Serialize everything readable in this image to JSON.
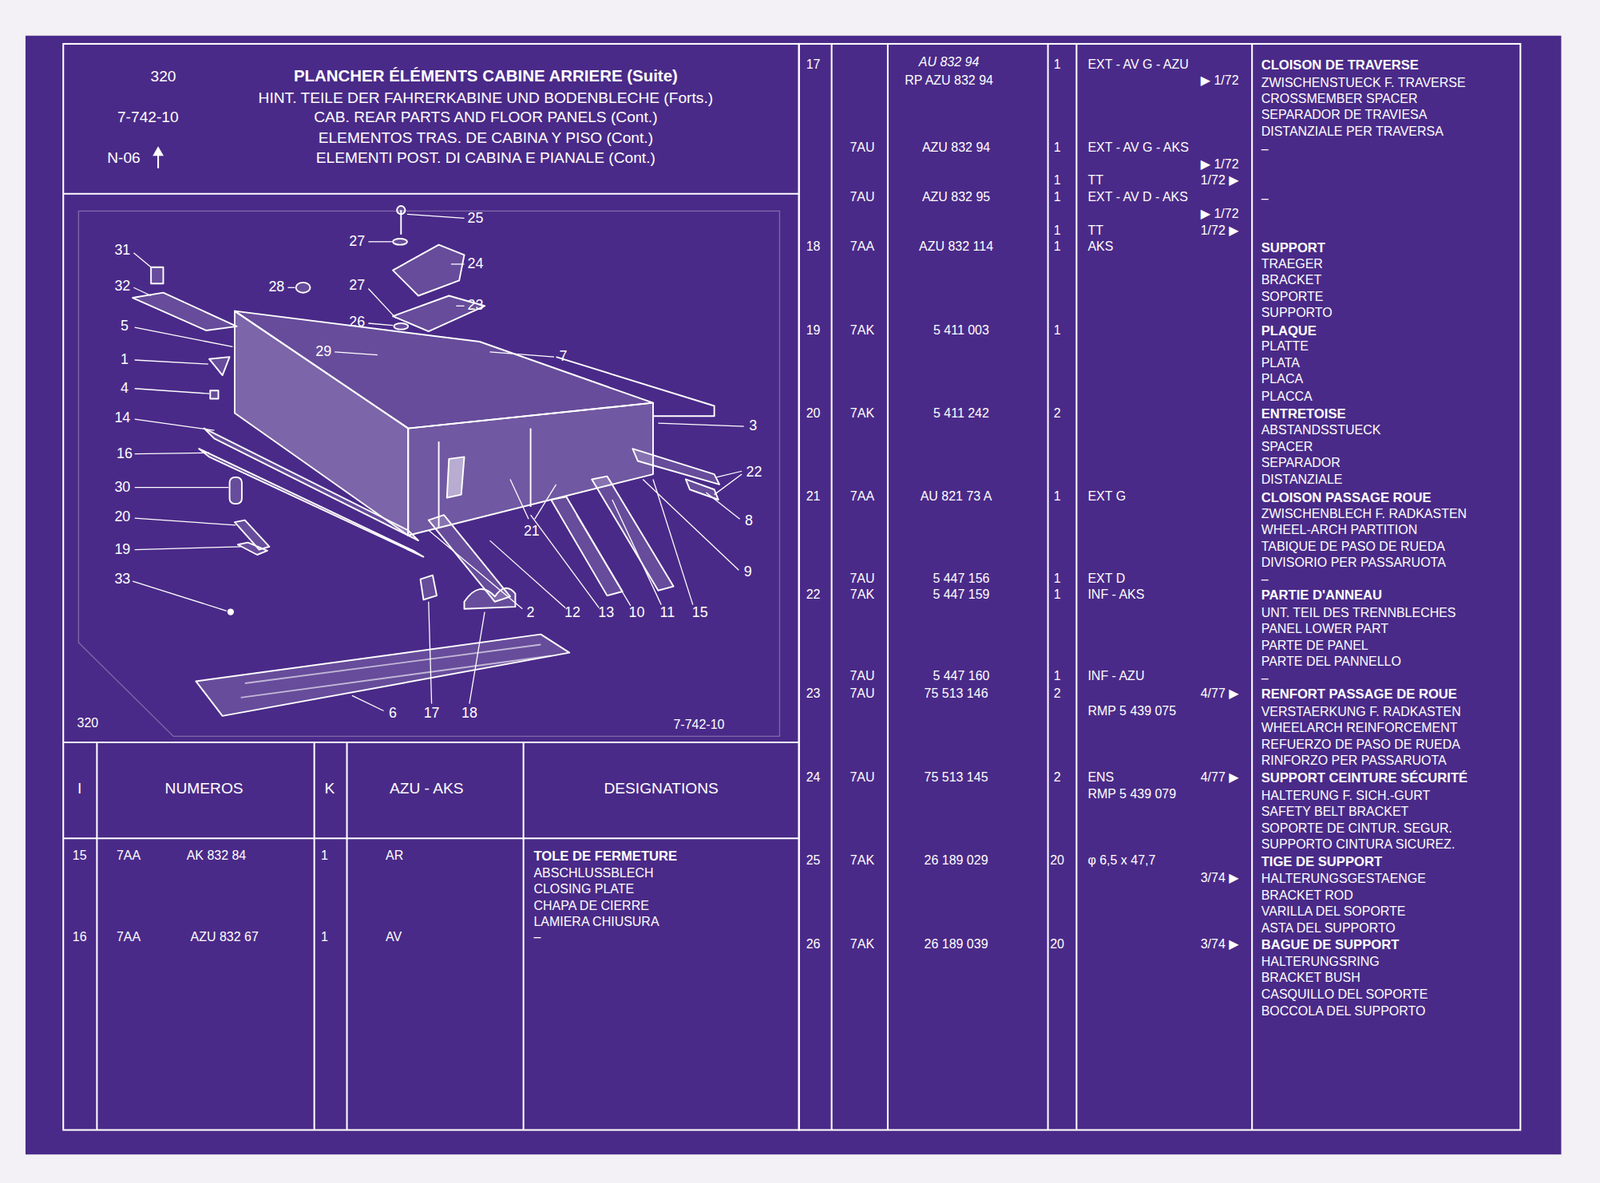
{
  "diagram": {
    "title": "PLANCHER ÉLÉMENTS CABINE ARRIERE (Suite)",
    "labels": [
      "HINT. TEILE DER FAHRERKABINE UND BODENBLECHE (Forts.)",
      "CAB. REAR PARTS AND FLOOR PANELS (Cont.)",
      "ELEMENTOS TRAS. DE CABINA Y PISO (Cont.)",
      "ELEMENTI POST. DI CABINA E PIANALE (Cont.)",
      "320",
      "7-742-10",
      "N-06",
      "31",
      "32",
      "5",
      "1",
      "4",
      "14",
      "16",
      "30",
      "20",
      "19",
      "33",
      "27",
      "25",
      "24",
      "28",
      "27",
      "23",
      "26",
      "29",
      "7",
      "3",
      "22",
      "8",
      "9",
      "21",
      "2",
      "12",
      "13",
      "10",
      "11",
      "15",
      "6",
      "17",
      "18",
      "320",
      "7-742-10",
      "I",
      "NUMEROS",
      "K",
      "AZU - AKS",
      "DESIGNATIONS",
      "15",
      "7AA",
      "AK 832 84",
      "1",
      "AR",
      "TOLE DE FERMETURE",
      "ABSCHLUSSBLECH",
      "CLOSING PLATE",
      "CHAPA DE CIERRE",
      "LAMIERA CHIUSURA",
      "16",
      "7AA",
      "AZU 832 67",
      "1",
      "AV",
      "–",
      "17",
      "AU 832 94",
      "RP AZU 832 94",
      "1",
      "EXT - AV G - AZU",
      "▶ 1/72",
      "CLOISON DE TRAVERSE",
      "ZWISCHENSTUECK F. TRAVERSE",
      "CROSSMEMBER SPACER",
      "SEPARADOR DE TRAVIESA",
      "DISTANZIALE PER TRAVERSA",
      "–",
      "7AU",
      "AZU 832 94",
      "1",
      "EXT - AV G - AKS",
      "▶ 1/72",
      "1",
      "TT",
      "1/72 ▶",
      "7AU",
      "AZU 832 95",
      "1",
      "EXT - AV D - AKS",
      "–",
      "▶ 1/72",
      "1",
      "TT",
      "1/72 ▶",
      "18",
      "7AA",
      "AZU 832 114",
      "1",
      "AKS",
      "SUPPORT",
      "TRAEGER",
      "BRACKET",
      "SOPORTE",
      "SUPPORTO",
      "19",
      "7AK",
      "5 411 003",
      "1",
      "PLAQUE",
      "PLATTE",
      "PLATA",
      "PLACA",
      "PLACCA",
      "20",
      "7AK",
      "5 411 242",
      "2",
      "ENTRETOISE",
      "ABSTANDSSTUECK",
      "SPACER",
      "SEPARADOR",
      "DISTANZIALE",
      "21",
      "7AA",
      "AU 821 73 A",
      "1",
      "EXT G",
      "CLOISON PASSAGE ROUE",
      "ZWISCHENBLECH F. RADKASTEN",
      "WHEEL-ARCH PARTITION",
      "TABIQUE DE PASO DE RUEDA",
      "DIVISORIO PER PASSARUOTA",
      "–",
      "7AU",
      "5 447 156",
      "1",
      "EXT D",
      "22",
      "7AK",
      "5 447 159",
      "1",
      "INF - AKS",
      "PARTIE D'ANNEAU",
      "UNT. TEIL DES TRENNBLECHES",
      "PANEL LOWER PART",
      "PARTE DE PANEL",
      "PARTE DEL PANNELLO",
      "–",
      "7AU",
      "5 447 160",
      "1",
      "INF - AZU",
      "23",
      "7AU",
      "75 513 146",
      "2",
      "4/77 ▶",
      "RMP 5 439 075",
      "RENFORT PASSAGE DE ROUE",
      "VERSTAERKUNG F. RADKASTEN",
      "WHEELARCH REINFORCEMENT",
      "REFUERZO DE PASO DE RUEDA",
      "RINFORZO PER PASSARUOTA",
      "24",
      "7AU",
      "75 513 145",
      "2",
      "ENS",
      "4/77 ▶",
      "RMP 5 439 079",
      "SUPPORT CEINTURE SÉCURITÉ",
      "HALTERUNG F. SICH.-GURT",
      "SAFETY BELT BRACKET",
      "SOPORTE DE CINTUR. SEGUR.",
      "SUPPORTO CINTURA SICUREZ.",
      "25",
      "7AK",
      "26 189 029",
      "20",
      "φ 6,5 x 47,7",
      "3/74 ▶",
      "TIGE DE SUPPORT",
      "HALTERUNGSGESTAENGE",
      "BRACKET ROD",
      "VARILLA DEL SOPORTE",
      "ASTA DEL SUPPORTO",
      "26",
      "7AK",
      "26 189 039",
      "20",
      "3/74 ▶",
      "BAGUE DE SUPPORT",
      "HALTERUNGSRING",
      "BRACKET BUSH",
      "CASQUILLO DEL SOPORTE",
      "BOCCOLA DEL SUPPORTO"
    ]
  }
}
